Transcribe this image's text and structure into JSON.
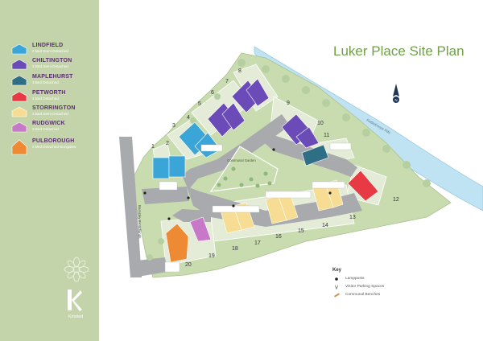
{
  "title": "Luker Place Site Plan",
  "legend": [
    {
      "name": "LINDFIELD",
      "type": "2 Bed Semi-Detached",
      "color": "#3aa5d6"
    },
    {
      "name": "CHILTINGTON",
      "type": "3 Bed Semi-Detached",
      "color": "#6a4bb8"
    },
    {
      "name": "MAPLEHURST",
      "type": "3 Bed Detached",
      "color": "#2e6f86"
    },
    {
      "name": "PETWORTH",
      "type": "4 Bed Detached",
      "color": "#e83a45"
    },
    {
      "name": "STORRINGTON",
      "type": "3 Bed Semi-Detached",
      "color": "#f7dc93"
    },
    {
      "name": "RUDGWICK",
      "type": "3 Bed Detached",
      "color": "#c878c8"
    },
    {
      "name": "PULBOROUGH",
      "type": "2 Bed Detached Bungalow",
      "color": "#ee8a34"
    }
  ],
  "brand": {
    "word": "Kinsted"
  },
  "map": {
    "road_label_west": "Barnsley Broadlands",
    "road_label_river": "Kettlethorpe Rife",
    "garden_label": "Communal Garden",
    "plots": [
      "1",
      "2",
      "3",
      "4",
      "5",
      "6",
      "7",
      "8",
      "9",
      "10",
      "11",
      "12",
      "13",
      "14",
      "15",
      "16",
      "17",
      "18",
      "19",
      "20"
    ]
  },
  "key": {
    "title": "Key",
    "items": [
      {
        "label": "Lampposts"
      },
      {
        "label": "Visitor Parking Spaces"
      },
      {
        "label": "Communal Benches"
      }
    ]
  },
  "colors": {
    "sidebar": "#c3d3aa",
    "grass": "#c9dcb0",
    "road": "#a8aaad",
    "water": "#bfe3f3",
    "title": "#6fa144"
  }
}
